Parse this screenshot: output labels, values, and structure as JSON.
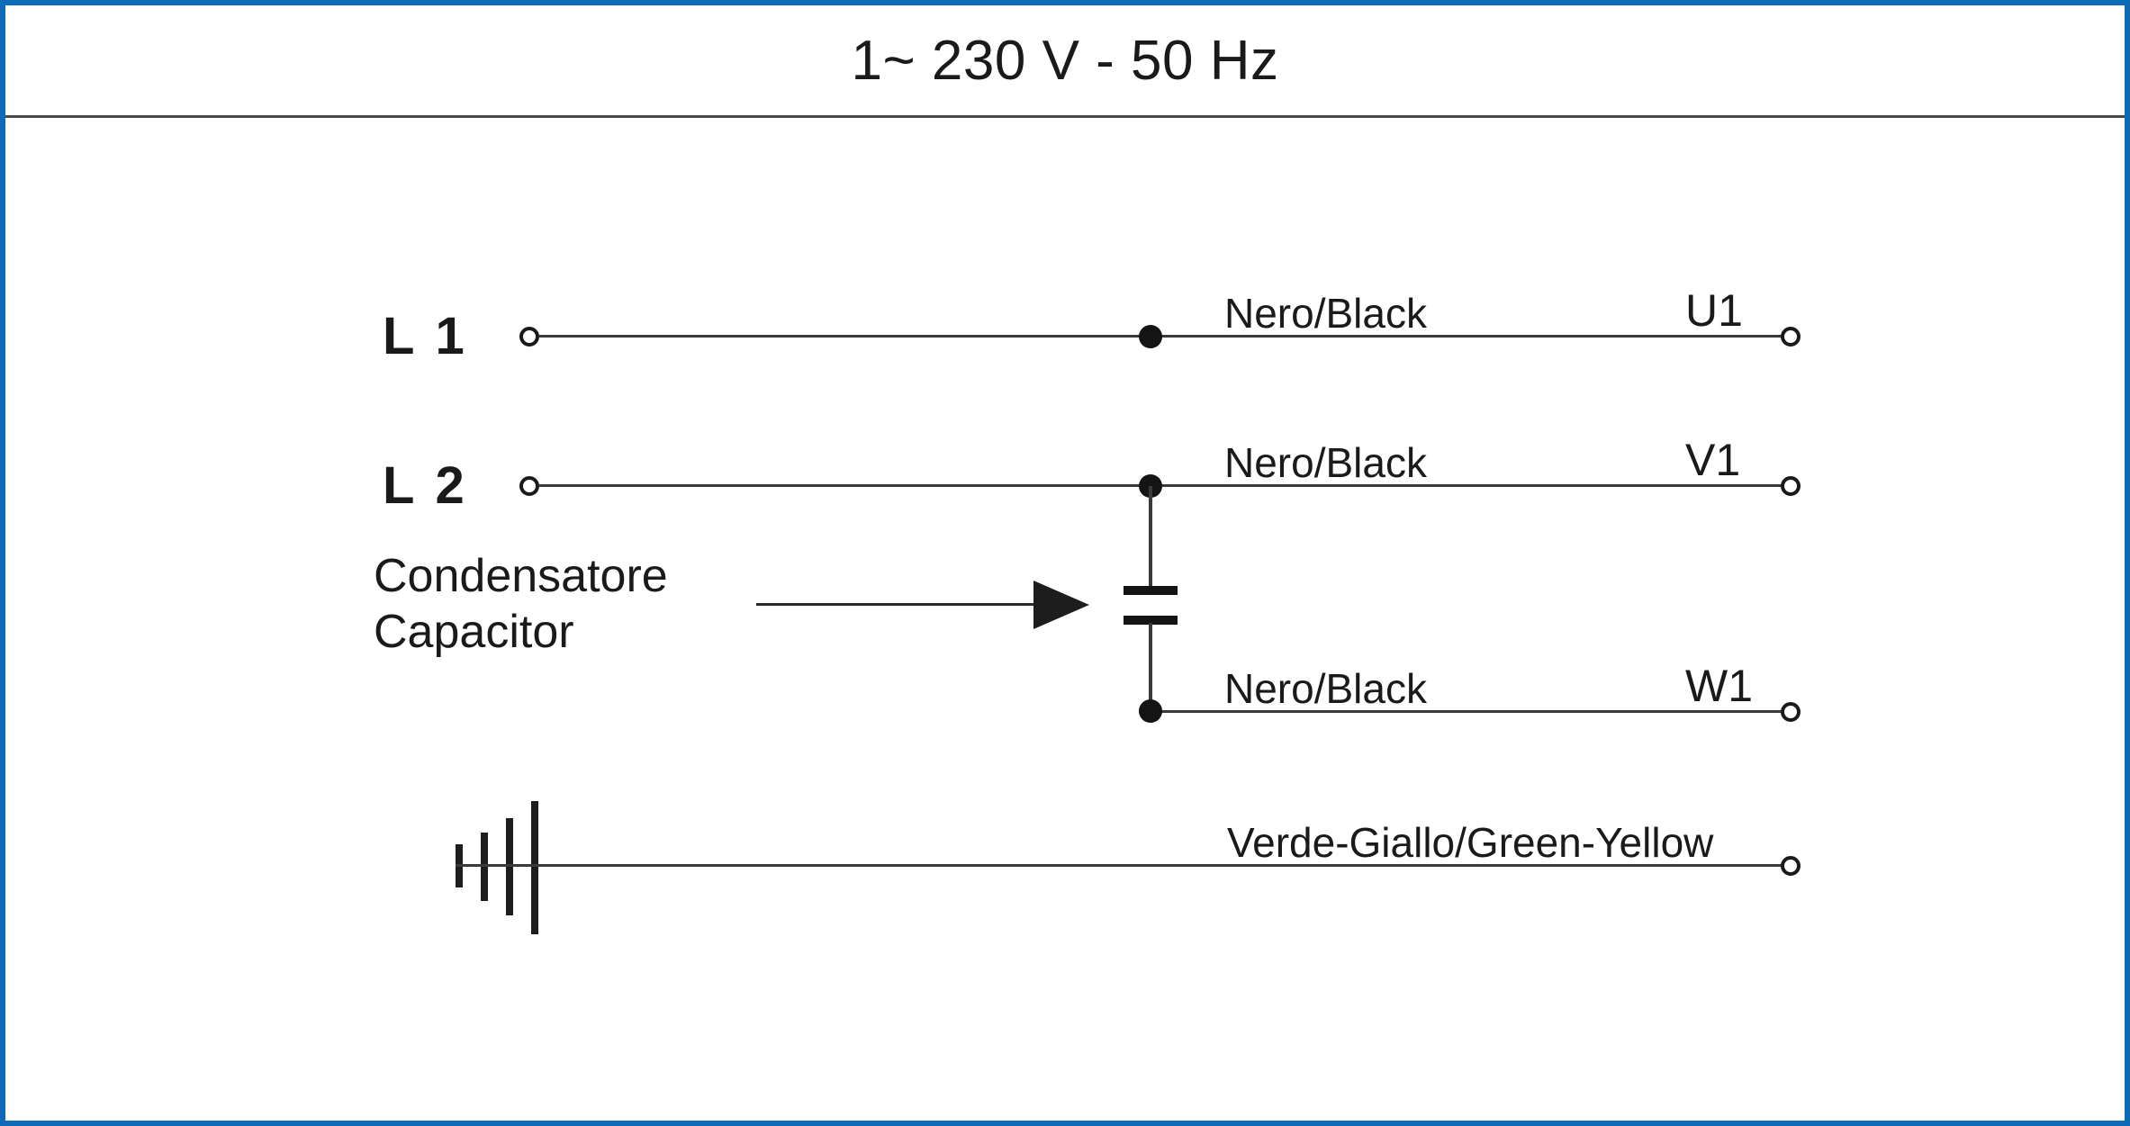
{
  "diagram": {
    "title": "1~ 230 V - 50 Hz",
    "frame_color": "#0d6bb8",
    "line_color": "#3a3a3a",
    "text_color": "#1a1a1a",
    "type": "single-phase capacitor-run motor wiring diagram"
  },
  "phases": [
    {
      "id": "l1",
      "label": "L 1"
    },
    {
      "id": "l2",
      "label": "L 2"
    }
  ],
  "capacitor": {
    "label_it": "Condensatore",
    "label_en": "Capacitor",
    "symbol": "capacitor-two-plate"
  },
  "rows": [
    {
      "id": "u1",
      "wire_label": "Nero/Black",
      "terminal_label": "U1",
      "source_terminal": "L 1"
    },
    {
      "id": "v1",
      "wire_label": "Nero/Black",
      "terminal_label": "V1",
      "source_terminal": "L 2"
    },
    {
      "id": "w1",
      "wire_label": "Nero/Black",
      "terminal_label": "W1",
      "source_terminal": "capacitor"
    },
    {
      "id": "earth",
      "wire_label": "Verde-Giallo/Green-Yellow",
      "terminal_label": "",
      "source_terminal": "ground"
    }
  ],
  "ground": {
    "symbol": "earth-ground-icon",
    "bars": 4
  }
}
